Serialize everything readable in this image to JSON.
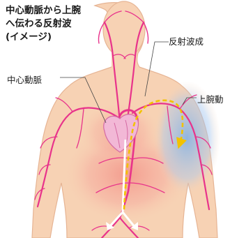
{
  "title_lines": [
    "中心動脈から上腕",
    "へ伝わる反射波",
    "(イメージ)"
  ],
  "labels": {
    "central_aorta": "中心動脈",
    "reflection_site": "反射波成",
    "brachial_artery": "上腕動"
  },
  "colors": {
    "skin": "#f7d2b4",
    "skin_outline": "#e6b494",
    "artery": "#e8338b",
    "heart": "#f2b8d6",
    "blood_glow": "#f4a0a0",
    "blue_glow": "#8fb8e8",
    "dashed_wave": "#f2c200",
    "arrow": "#ffffff"
  }
}
